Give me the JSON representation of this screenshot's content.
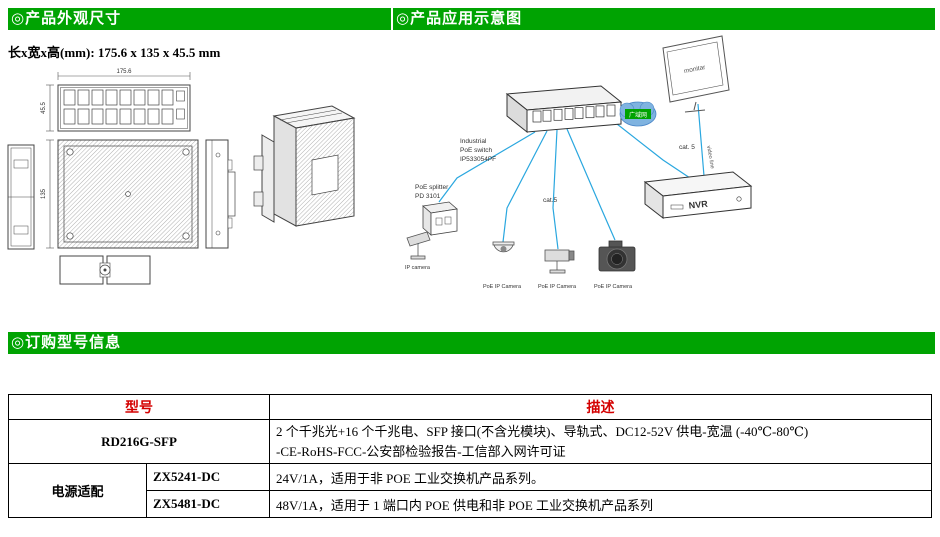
{
  "colors": {
    "header_green": "#00a302",
    "header_text": "#ffffff",
    "table_header_red": "#d40000",
    "cable_blue": "#2aa7df",
    "drawing_line": "#444444"
  },
  "section_dimensions": {
    "title": "◎产品外观尺寸",
    "size_label": "长x宽x高(mm): 175.6 x 135 x 45.5 mm",
    "dim_width": "175.6",
    "dim_depth": "135",
    "dim_height": "45.5"
  },
  "section_application": {
    "title": "◎产品应用示意图",
    "switch_label_l1": "Industrial",
    "switch_label_l2": "PoE switch",
    "switch_label_l3": "IP533054PF",
    "splitter_label_l1": "PoE splitter",
    "splitter_label_l2": "PD 3101",
    "monitor_label": "monitar",
    "nvr_label": "NVR",
    "cloud_label": "广域网",
    "cat5_right": "cat. 5",
    "cat5_mid": "cat.5",
    "video_line": "video line",
    "ip_camera": "IP camera",
    "camera1": "PoE IP Camera",
    "camera2": "PoE IP Camera",
    "camera3": "PoE IP Camera"
  },
  "section_ordering": {
    "title": "◎订购型号信息"
  },
  "table": {
    "header_model": "型号",
    "header_desc": "描述",
    "row1_model": "RD216G-SFP",
    "row1_desc_l1": "2 个千兆光+16 个千兆电、SFP 接口(不含光模块)、导轨式、DC12-52V 供电-宽温 (-40℃-80℃)",
    "row1_desc_l2": "-CE-RoHS-FCC-公安部检验报告-工信部入网许可证",
    "row2_group": "电源适配",
    "row2_model": "ZX5241-DC",
    "row2_desc": "24V/1A，适用于非 POE 工业交换机产品系列。",
    "row3_model": "ZX5481-DC",
    "row3_desc": "48V/1A，适用于 1 端口内 POE 供电和非 POE 工业交换机产品系列"
  }
}
